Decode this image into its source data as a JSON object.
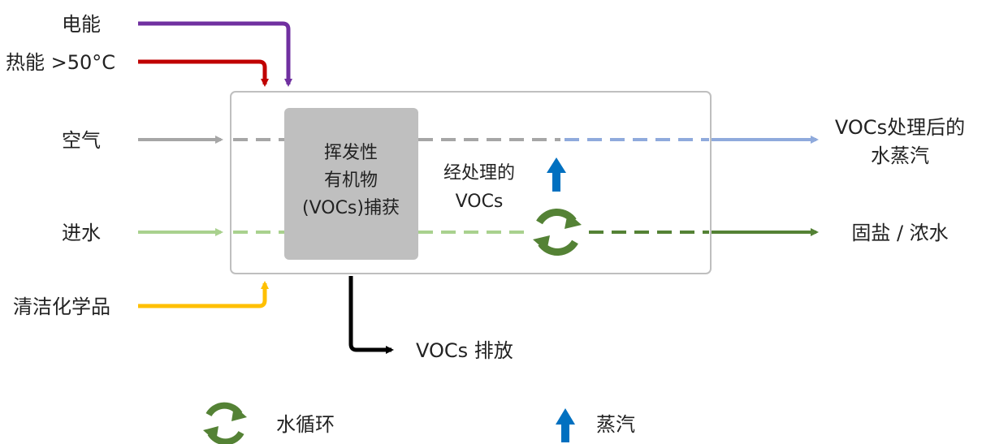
{
  "inputs": {
    "electricity": "电能",
    "heat": "热能 >50°C",
    "air": "空气",
    "water_in": "进水",
    "chemicals": "清洁化学品"
  },
  "process": {
    "capture_line1": "挥发性",
    "capture_line2": "有机物",
    "capture_line3": "(VOCs)捕获",
    "treated_line1": "经处理的",
    "treated_line2": "VOCs"
  },
  "outputs": {
    "vapor_line1": "VOCs处理后的",
    "vapor_line2": "水蒸汽",
    "brine": "固盐 / 浓水",
    "voc_emission": "VOCs 排放"
  },
  "legend": {
    "water_cycle": "水循环",
    "steam": "蒸汽"
  },
  "colors": {
    "electricity": "#7030a0",
    "heat": "#c00000",
    "air": "#a6a6a6",
    "water_in": "#a9d18e",
    "chemicals": "#ffc000",
    "vapor": "#8faadc",
    "brine": "#548235",
    "steam": "#0070c0",
    "emission": "#000000",
    "capture_box": "#bfbfbf"
  },
  "icons": {
    "water_cycle": "circular-arrows-icon",
    "steam": "up-arrow-icon"
  }
}
